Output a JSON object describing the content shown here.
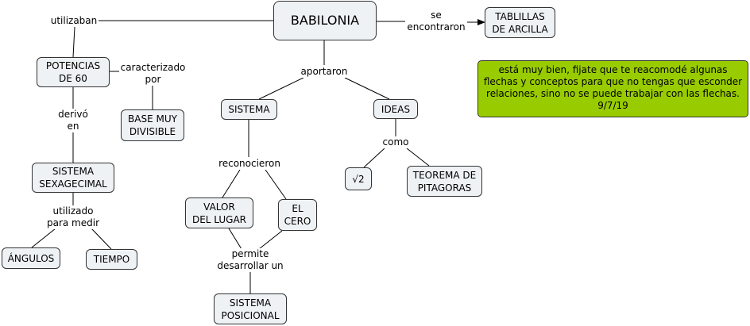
{
  "concepts": {
    "babilonia": "BABILONIA",
    "tablillas": "TABLILLAS\nDE ARCILLA",
    "potencias": "POTENCIAS\nDE 60",
    "base": "BASE MUY\nDIVISIBLE",
    "sexagecimal": "SISTEMA\nSEXAGECIMAL",
    "angulos": "ÁNGULOS",
    "tiempo": "TIEMPO",
    "sistema": "SISTEMA",
    "ideas": "IDEAS",
    "valor": "VALOR\nDEL LUGAR",
    "cero": "EL\nCERO",
    "raiz": "√2",
    "teorema": "TEOREMA DE\nPITAGORAS",
    "posicional": "SISTEMA\nPOSICIONAL"
  },
  "linking_phrases": {
    "utilizaban": "utilizaban",
    "se_encontraron": "se\nencontraron",
    "caracterizado_por": "caracterizado\npor",
    "derivo_en": "derivó\nen",
    "utilizado_para_medir": "utilizado\npara medir",
    "aportaron": "aportaron",
    "reconocieron": "reconocieron",
    "como": "como",
    "permite": "permite\ndesarrollar un"
  },
  "note": {
    "text": "está muy bien, fijate que te reacomodé algunas flechas y conceptos para que no tengas que esconder relaciones, sino no se puede trabajar con las flechas.\n9/7/19",
    "color": "#99cc00"
  },
  "colors": {
    "node_fill": "#eef2f4",
    "line": "#000000"
  }
}
